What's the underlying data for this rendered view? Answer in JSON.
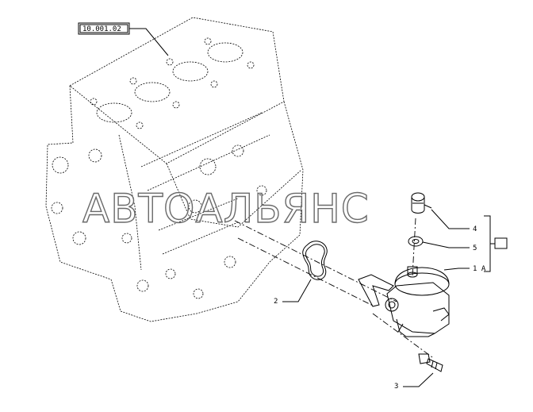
{
  "diagram": {
    "reference_box": "10.001.02",
    "callouts": [
      {
        "id": "callout-2",
        "text": "2"
      },
      {
        "id": "callout-3",
        "text": "3"
      },
      {
        "id": "callout-4",
        "text": "4"
      },
      {
        "id": "callout-5",
        "text": "5"
      },
      {
        "id": "callout-1a",
        "text": "1 A"
      }
    ],
    "group_box": "",
    "watermark": "АВТОАЛЬЯНС"
  }
}
